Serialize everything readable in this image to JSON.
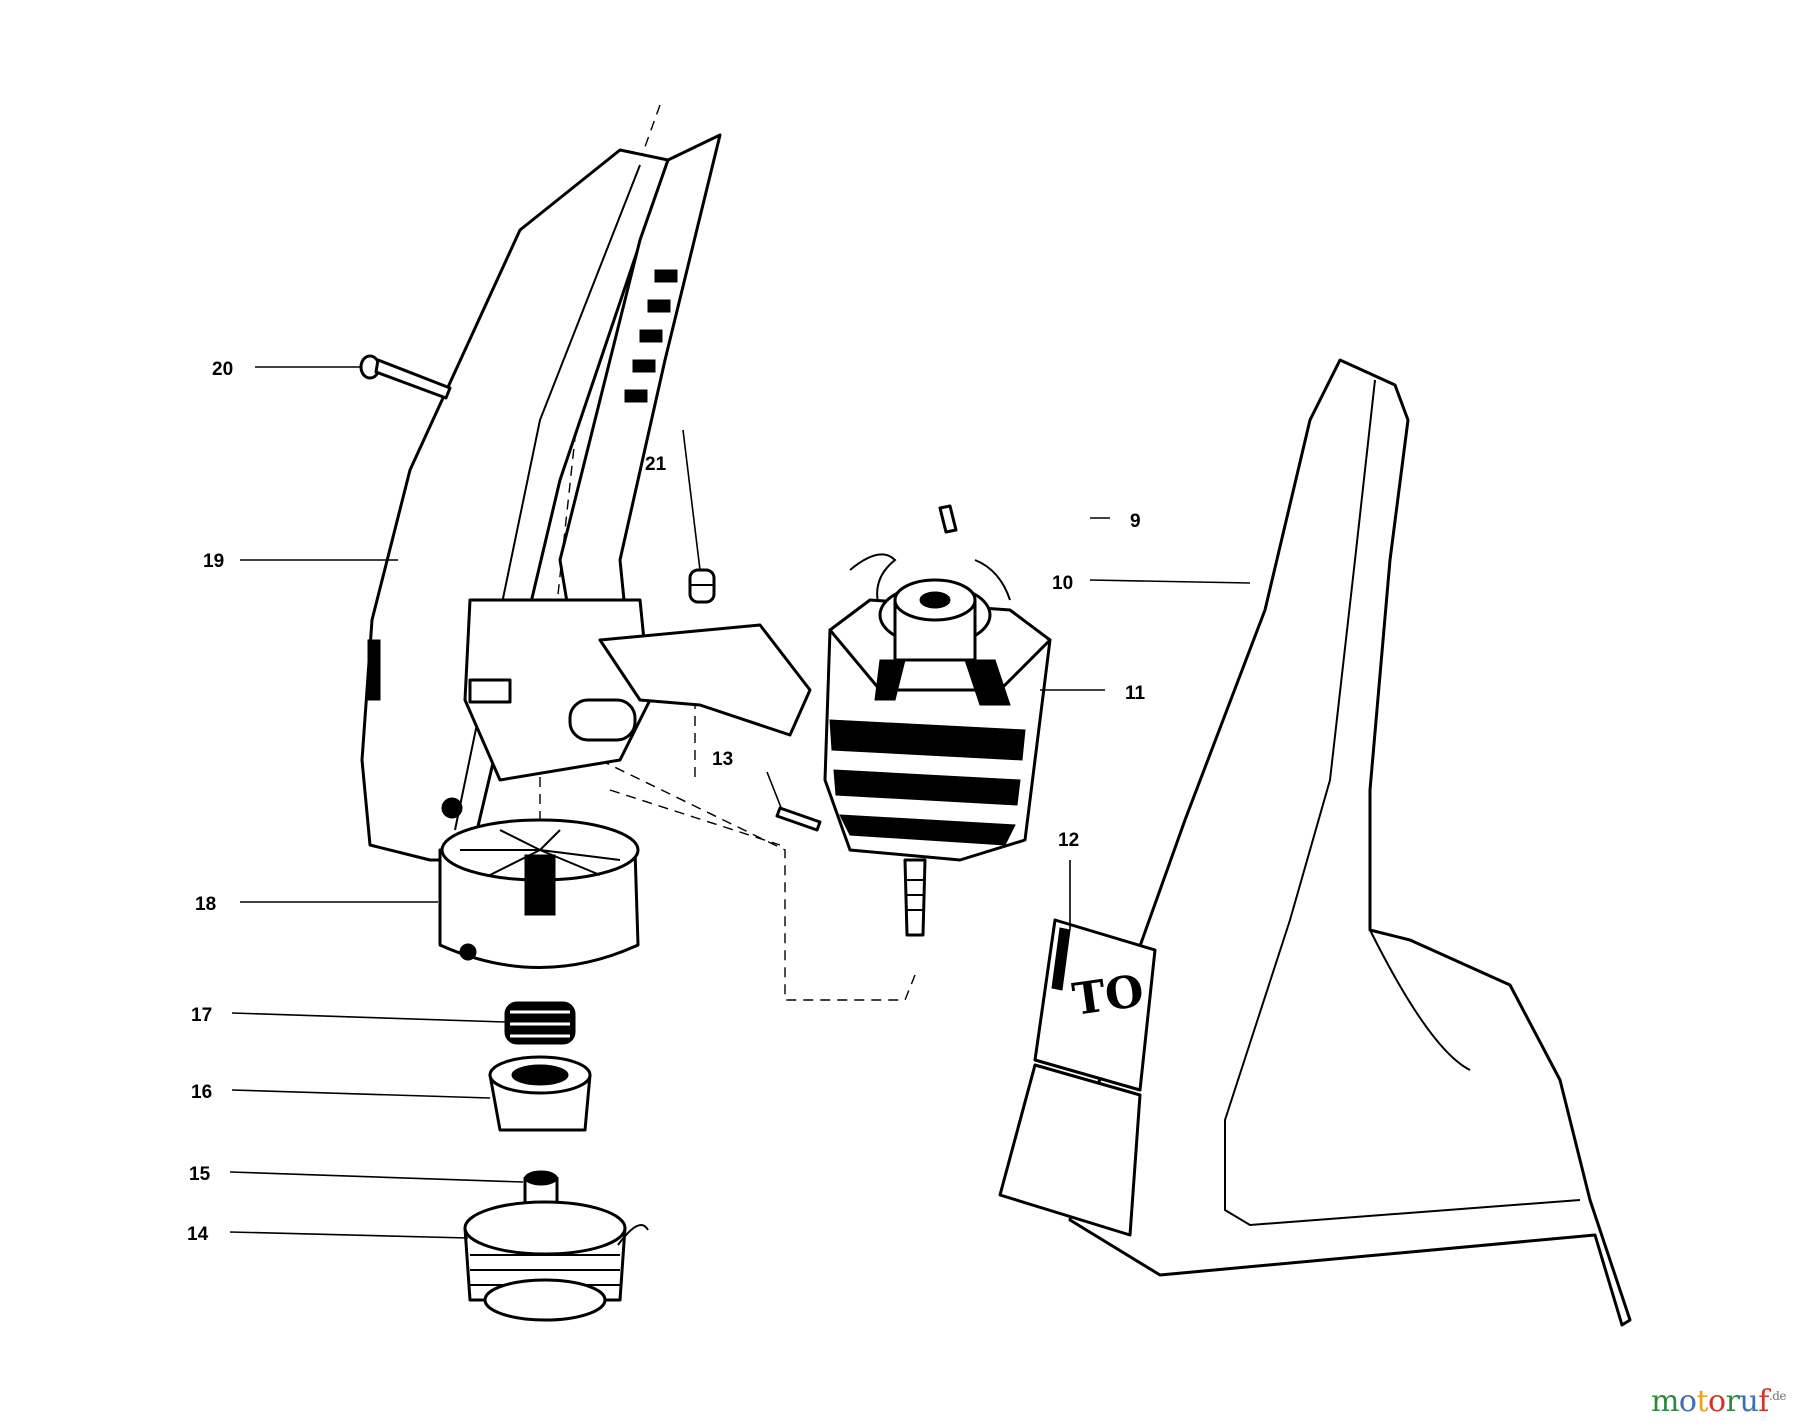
{
  "callouts": {
    "c9": "9",
    "c10": "10",
    "c11": "11",
    "c12": "12",
    "c13": "13",
    "c14": "14",
    "c15": "15",
    "c16": "16",
    "c17": "17",
    "c18": "18",
    "c19": "19",
    "c20": "20",
    "c21": "21"
  },
  "decal_text": "TO",
  "watermark": {
    "brand": "motoruf",
    "tld": ".de",
    "letter_colors": [
      "#2d8a3e",
      "#3b6fb6",
      "#e6a21a",
      "#d2342b",
      "#2d8a3e",
      "#3b6fb6",
      "#d2342b"
    ]
  }
}
